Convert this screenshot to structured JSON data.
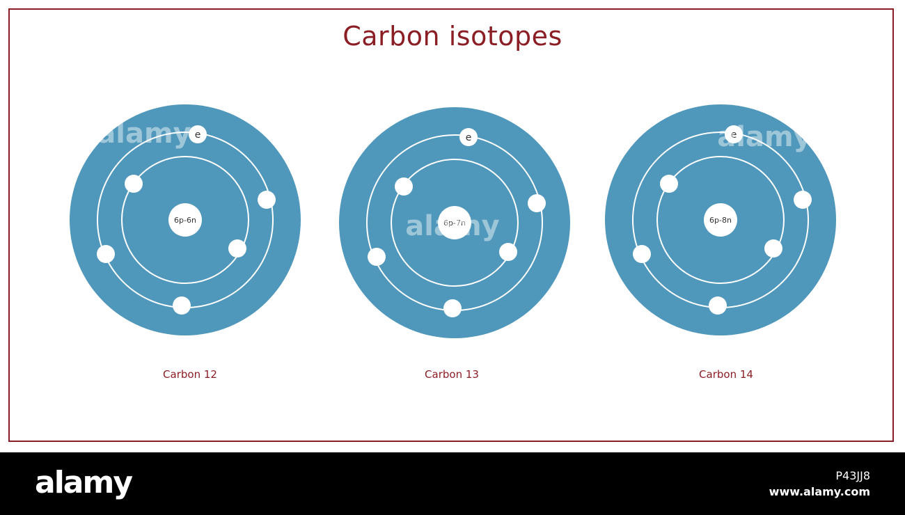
{
  "title": "Carbon isotopes",
  "atoms": [
    {
      "caption": "Carbon 12",
      "nucleus": "6p-6n",
      "electron_label": "e"
    },
    {
      "caption": "Carbon 13",
      "nucleus": "6p-7n",
      "electron_label": "e"
    },
    {
      "caption": "Carbon 14",
      "nucleus": "6p-8n",
      "electron_label": "e"
    }
  ],
  "footer": {
    "logo": "alamy",
    "image_code": "P43JJ8",
    "url": "www.alamy.com"
  },
  "watermark": "alamy",
  "colors": {
    "atom_fill": "#4f97bb",
    "accent": "#8b1e24",
    "orbit": "#ffffff"
  }
}
